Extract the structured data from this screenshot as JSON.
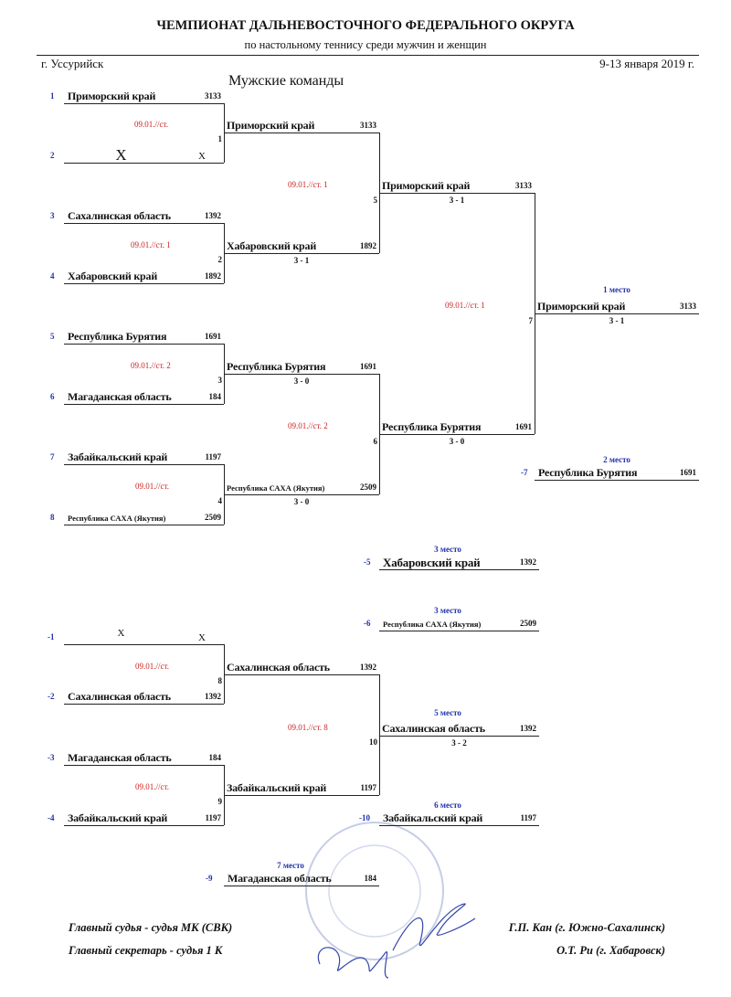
{
  "header": {
    "title": "ЧЕМПИОНАТ ДАЛЬНЕВОСТОЧНОГО ФЕДЕРАЛЬНОГО ОКРУГА",
    "subtitle": "по настольному теннису среди мужчин и женщин",
    "city": "г. Уссурийск",
    "dates": "9-13 января 2019 г.",
    "section_title": "Мужские команды"
  },
  "round1": [
    {
      "seed": "1",
      "name": "Приморский край",
      "rating": "3133"
    },
    {
      "seed": "2",
      "name": "X",
      "rating": "X"
    },
    {
      "seed": "3",
      "name": "Сахалинская область",
      "rating": "1392"
    },
    {
      "seed": "4",
      "name": "Хабаровский край",
      "rating": "1892"
    },
    {
      "seed": "5",
      "name": "Республика Бурятия",
      "rating": "1691"
    },
    {
      "seed": "6",
      "name": "Магаданская область",
      "rating": "184"
    },
    {
      "seed": "7",
      "name": "Забайкальский край",
      "rating": "1197"
    },
    {
      "seed": "8",
      "name": "Республика САХА (Якутия)",
      "rating": "2509"
    }
  ],
  "lower_round1": [
    {
      "seed": "-1",
      "name": "X",
      "rating": "X"
    },
    {
      "seed": "-2",
      "name": "Сахалинская область",
      "rating": "1392"
    },
    {
      "seed": "-3",
      "name": "Магаданская область",
      "rating": "184"
    },
    {
      "seed": "-4",
      "name": "Забайкальский край",
      "rating": "1197"
    }
  ],
  "matches": [
    {
      "num": "1",
      "date": "09.01.//ст.",
      "winner": "Приморский край",
      "rating": "3133",
      "score": ""
    },
    {
      "num": "2",
      "date": "09.01.//ст. 1",
      "winner": "Хабаровский край",
      "rating": "1892",
      "score": "3 - 1"
    },
    {
      "num": "3",
      "date": "09.01.//ст. 2",
      "winner": "Республика Бурятия",
      "rating": "1691",
      "score": "3 - 0"
    },
    {
      "num": "4",
      "date": "09.01.//ст.",
      "winner": "Республика САХА (Якутия)",
      "rating": "2509",
      "score": "3 - 0"
    },
    {
      "num": "5",
      "date": "09.01.//ст. 1",
      "winner": "Приморский край",
      "rating": "3133",
      "score": "3 - 1"
    },
    {
      "num": "6",
      "date": "09.01.//ст. 2",
      "winner": "Республика Бурятия",
      "rating": "1691",
      "score": "3 - 0"
    },
    {
      "num": "7",
      "date": "09.01.//ст. 1",
      "winner": "Приморский край",
      "rating": "3133",
      "score": "3 - 1"
    },
    {
      "num": "8",
      "date": "09.01.//ст.",
      "winner": "Сахалинская область",
      "rating": "1392",
      "score": ""
    },
    {
      "num": "9",
      "date": "09.01.//ст.",
      "winner": "Забайкальский край",
      "rating": "1197",
      "score": ""
    },
    {
      "num": "10",
      "date": "09.01.//ст. 8",
      "winner": "Сахалинская область",
      "rating": "1392",
      "score": "3 - 2"
    }
  ],
  "places": [
    {
      "label": "1 место"
    },
    {
      "label": "2 место",
      "seed": "-7",
      "name": "Республика Бурятия",
      "rating": "1691"
    },
    {
      "label": "3 место",
      "seed": "-5",
      "name": "Хабаровский край",
      "rating": "1392"
    },
    {
      "label": "3 место",
      "seed": "-6",
      "name": "Республика САХА (Якутия)",
      "rating": "2509"
    },
    {
      "label": "5 место"
    },
    {
      "label": "6 место",
      "seed": "-10",
      "name": "Забайкальский край",
      "rating": "1197"
    },
    {
      "label": "7 место",
      "seed": "-9",
      "name": "Магаданская область",
      "rating": "184"
    }
  ],
  "footer": {
    "chief_judge_title": "Главный судья - судья МК (СВК)",
    "chief_judge_name": "Г.П. Кан (г. Южно-Сахалинск)",
    "secretary_title": "Главный секретарь - судья 1 К",
    "secretary_name": "О.Т. Ри (г. Хабаровск)"
  },
  "colors": {
    "seed": "#2233aa",
    "date": "#cc2222",
    "stamp": "#8899cc"
  }
}
